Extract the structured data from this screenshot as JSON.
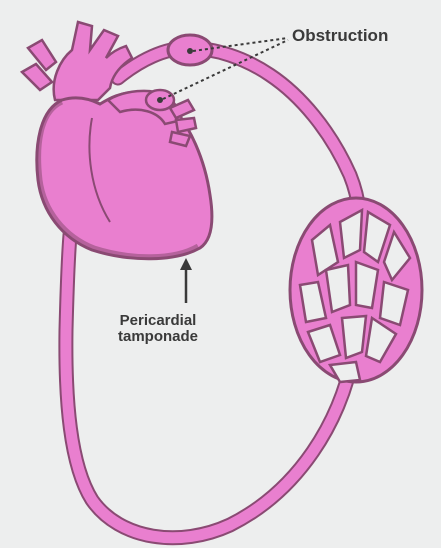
{
  "diagram": {
    "labels": {
      "obstruction": "Obstruction",
      "tamponade_line1": "Pericardial",
      "tamponade_line2": "tamponade"
    },
    "colors": {
      "background": "#edeeee",
      "tissue_fill": "#e97fcf",
      "tissue_outline": "#8a4a73",
      "pointer": "#3a3a3a",
      "text": "#3a3a3a"
    },
    "icons": [
      "heart-icon",
      "circulation-loop",
      "capillary-bed-icon",
      "arrow-up-icon"
    ]
  }
}
